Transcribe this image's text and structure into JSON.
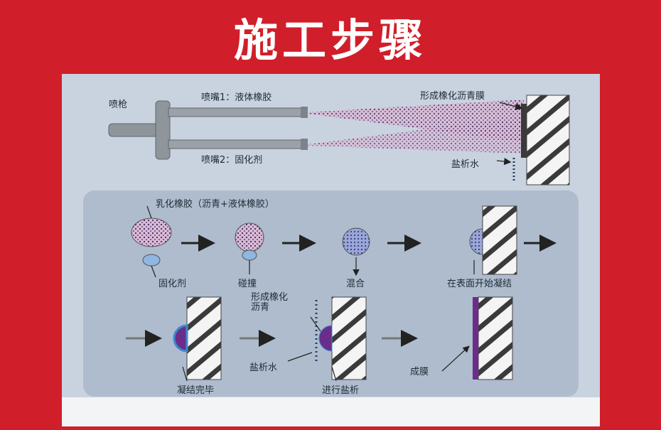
{
  "title": "施工步骤",
  "top": {
    "gun_label": "喷枪",
    "nozzle1_label": "喷嘴1：液体橡胶",
    "nozzle2_label": "喷嘴2：固化剂",
    "membrane_label": "形成橡化沥青膜",
    "water_label": "盐析水"
  },
  "process": {
    "emulsion_label": "乳化橡胶（沥青+液体橡胶）",
    "curing_agent": "固化剂",
    "collision": "碰撞",
    "mixing": "混合",
    "surface_setting": "在表面开始凝结",
    "setting_done": "凝结完毕",
    "rubber_asphalt": "形成橡化\n沥青",
    "salt_water": "盐析水",
    "salting_out": "进行盐析",
    "film": "成膜"
  },
  "colors": {
    "background": "#d01f2a",
    "panel": "#c9d3df",
    "rubber": "#5a2c8a",
    "arrow": "#222222"
  }
}
